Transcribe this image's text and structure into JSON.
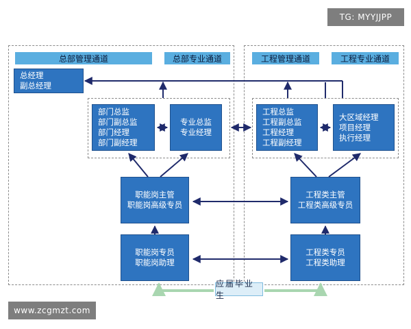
{
  "watermark_top": "TG: MYYJJPP",
  "watermark_bottom": "www.zcgmzt.com",
  "headers": {
    "hq_mgmt": "总部管理通道",
    "hq_prof": "总部专业通道",
    "eng_mgmt": "工程管理通道",
    "eng_prof": "工程专业通道"
  },
  "nodes": {
    "gm": [
      "总经理",
      "副总经理"
    ],
    "dept": [
      "部门总监",
      "部门副总监",
      "部门经理",
      "部门副经理"
    ],
    "prof": [
      "专业总监",
      "专业经理"
    ],
    "eng_mgr": [
      "工程总监",
      "工程副总监",
      "工程经理",
      "工程副经理"
    ],
    "region": [
      "大区域经理",
      "项目经理",
      "执行经理"
    ],
    "func_sup": [
      "职能岗主管",
      "职能岗高级专员"
    ],
    "eng_sup": [
      "工程类主管",
      "工程类高级专员"
    ],
    "func_spec": [
      "职能岗专员",
      "职能岗助理"
    ],
    "eng_spec": [
      "工程类专员",
      "工程类助理"
    ]
  },
  "graduate": "应届毕业生",
  "colors": {
    "header_bg": "#5aaee0",
    "node_bg": "#2e74c0",
    "arrow": "#1f2a6b",
    "graduate_arrow": "#a9d6b0"
  }
}
